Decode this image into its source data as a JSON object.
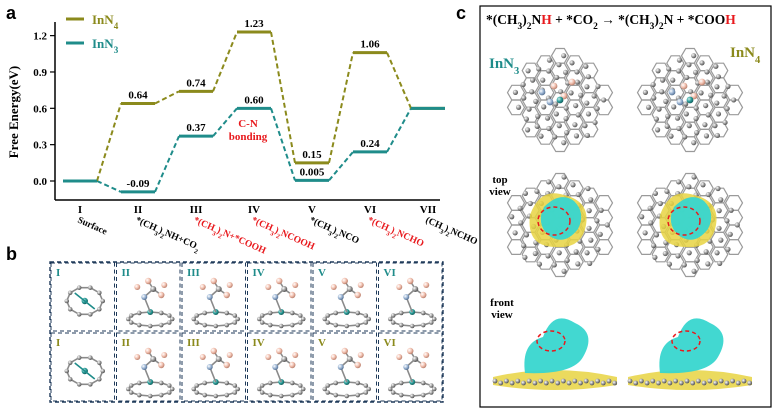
{
  "panels": {
    "a": "a",
    "b": "b",
    "c": "c"
  },
  "chart_data": {
    "type": "line",
    "ylabel": "Free Energy(eV)",
    "ylim": [
      -0.15,
      1.35
    ],
    "yticks": [
      "0.0",
      "0.3",
      "0.6",
      "0.9",
      "1.2"
    ],
    "ytick_values": [
      0.0,
      0.3,
      0.6,
      0.9,
      1.2
    ],
    "roman": [
      "I",
      "II",
      "III",
      "IV",
      "V",
      "VI",
      "VII"
    ],
    "categories": [
      {
        "parts": [
          {
            "t": "Surface",
            "c": "#000000"
          }
        ]
      },
      {
        "parts": [
          {
            "t": "*(CH",
            "c": "#000000"
          },
          {
            "t": "3",
            "c": "#000000",
            "sub": true
          },
          {
            "t": ")",
            "c": "#000000"
          },
          {
            "t": "2",
            "c": "#000000",
            "sub": true
          },
          {
            "t": "NH+CO",
            "c": "#000000"
          },
          {
            "t": "2",
            "c": "#000000",
            "sub": true
          }
        ]
      },
      {
        "parts": [
          {
            "t": "*(CH",
            "c": "#e8191d"
          },
          {
            "t": "3",
            "c": "#e8191d",
            "sub": true
          },
          {
            "t": ")",
            "c": "#e8191d"
          },
          {
            "t": "2",
            "c": "#e8191d",
            "sub": true
          },
          {
            "t": "N+*COOH",
            "c": "#e8191d"
          }
        ]
      },
      {
        "parts": [
          {
            "t": "*(CH",
            "c": "#e8191d"
          },
          {
            "t": "3",
            "c": "#e8191d",
            "sub": true
          },
          {
            "t": ")",
            "c": "#e8191d"
          },
          {
            "t": "2",
            "c": "#e8191d",
            "sub": true
          },
          {
            "t": "NCOOH",
            "c": "#e8191d"
          }
        ]
      },
      {
        "parts": [
          {
            "t": "*(CH",
            "c": "#000000"
          },
          {
            "t": "3",
            "c": "#000000",
            "sub": true
          },
          {
            "t": ")",
            "c": "#000000"
          },
          {
            "t": "2",
            "c": "#000000",
            "sub": true
          },
          {
            "t": "NCO",
            "c": "#000000"
          }
        ]
      },
      {
        "parts": [
          {
            "t": "*(CH",
            "c": "#e8191d"
          },
          {
            "t": "3",
            "c": "#e8191d",
            "sub": true
          },
          {
            "t": ")",
            "c": "#e8191d"
          },
          {
            "t": "2",
            "c": "#e8191d",
            "sub": true
          },
          {
            "t": "NCHO",
            "c": "#e8191d"
          }
        ]
      },
      {
        "parts": [
          {
            "t": "(CH",
            "c": "#000000"
          },
          {
            "t": "3",
            "c": "#000000",
            "sub": true
          },
          {
            "t": ")",
            "c": "#000000"
          },
          {
            "t": "2",
            "c": "#000000",
            "sub": true
          },
          {
            "t": "NCHO",
            "c": "#000000"
          }
        ]
      }
    ],
    "series": [
      {
        "name": "InN4",
        "name_base": "InN",
        "name_sub": "4",
        "color": "#8b8a1c",
        "values": [
          0.0,
          0.64,
          0.74,
          1.23,
          0.15,
          1.06,
          0.6
        ],
        "labels": [
          "",
          "0.64",
          "0.74",
          "1.23",
          "0.15",
          "1.06",
          ""
        ]
      },
      {
        "name": "InN3",
        "name_base": "InN",
        "name_sub": "3",
        "color": "#1f8c8a",
        "values": [
          0.0,
          -0.09,
          0.37,
          0.6,
          0.005,
          0.24,
          0.6
        ],
        "labels": [
          "",
          "-0.09",
          "0.37",
          "0.60",
          "0.005",
          "0.24",
          ""
        ]
      }
    ],
    "annotation": {
      "line1": "C-N",
      "line2": "bonding",
      "color": "#e8191d"
    }
  },
  "panel_b": {
    "rows": [
      [
        "I",
        "II",
        "III",
        "IV",
        "V",
        "VI"
      ],
      [
        "I",
        "II",
        "III",
        "IV",
        "V",
        "VI"
      ]
    ],
    "row_colors": [
      "#1f8c8a",
      "#8b8a1c"
    ]
  },
  "panel_c": {
    "reaction": [
      {
        "t": "*(CH",
        "c": "#000000"
      },
      {
        "t": "3",
        "c": "#000000",
        "sub": true
      },
      {
        "t": ")",
        "c": "#000000"
      },
      {
        "t": "2",
        "c": "#000000",
        "sub": true
      },
      {
        "t": "N",
        "c": "#000000"
      },
      {
        "t": "H",
        "c": "#e8191d"
      },
      {
        "t": " + *CO",
        "c": "#000000"
      },
      {
        "t": "2",
        "c": "#000000",
        "sub": true
      },
      {
        "t": " → *(CH",
        "c": "#000000"
      },
      {
        "t": "3",
        "c": "#000000",
        "sub": true
      },
      {
        "t": ")",
        "c": "#000000"
      },
      {
        "t": "2",
        "c": "#000000",
        "sub": true
      },
      {
        "t": "N + *COO",
        "c": "#000000"
      },
      {
        "t": "H",
        "c": "#e8191d"
      }
    ],
    "left_label": {
      "base": "InN",
      "sub": "3",
      "color": "#1f8c8a"
    },
    "right_label": {
      "base": "InN",
      "sub": "4",
      "color": "#8b8a1c"
    },
    "top_view": [
      "top",
      "view"
    ],
    "front_view": [
      "front",
      "view"
    ]
  }
}
